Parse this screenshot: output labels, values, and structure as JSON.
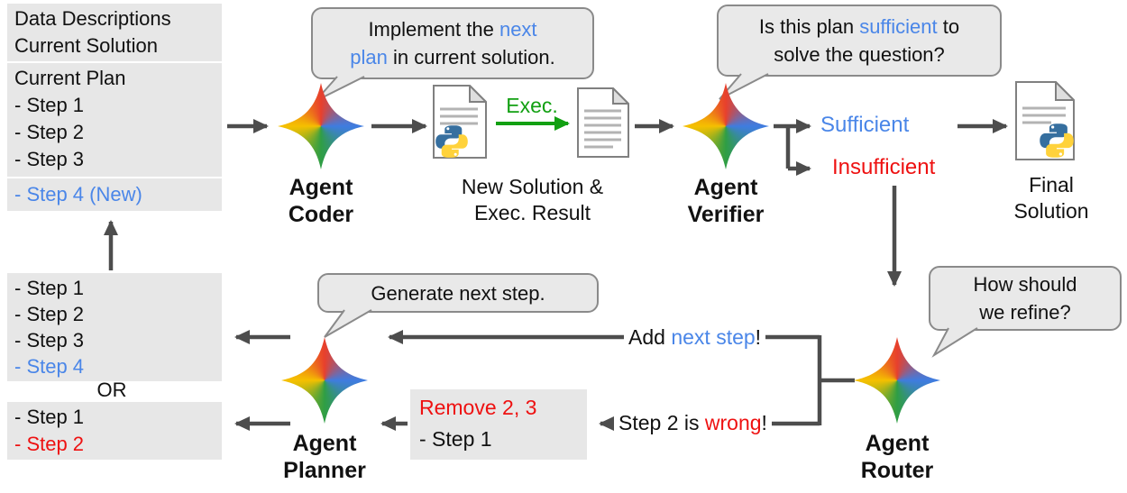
{
  "colors": {
    "blue": "#4a86e8",
    "red": "#ee1111",
    "green": "#12a012",
    "arrow": "#4d4d4d",
    "text": "#111111",
    "box_bg": "#e7e7e7",
    "bubble_bg": "#e9e9e9",
    "bubble_border": "#8a8a8a",
    "spark_red": "#e8402c",
    "spark_blue": "#3f7ce0",
    "spark_green": "#2f9e44",
    "spark_yellow": "#f5c000"
  },
  "boxes": {
    "data_desc": {
      "lines": [
        {
          "text": "Data Descriptions"
        },
        {
          "text": "Current Solution"
        }
      ]
    },
    "current_plan": {
      "lines": [
        {
          "text": "Current Plan"
        },
        {
          "text": "- Step 1"
        },
        {
          "text": "- Step 2"
        },
        {
          "text": "- Step 3"
        }
      ]
    },
    "new_step": {
      "lines": [
        {
          "text": "- Step 4 (New)",
          "c": "blue"
        }
      ]
    },
    "plan_add": {
      "lines": [
        {
          "text": "- Step 1"
        },
        {
          "text": "- Step 2"
        },
        {
          "text": "- Step 3"
        },
        {
          "text": "- Step 4",
          "c": "blue"
        }
      ]
    },
    "or_label": "OR",
    "plan_remove": {
      "lines": [
        {
          "text": "- Step 1"
        },
        {
          "text": "- Step 2",
          "c": "red"
        }
      ]
    },
    "remove_note": {
      "lines": [
        {
          "text": "Remove 2, 3",
          "c": "red"
        },
        {
          "text": "- Step 1"
        }
      ]
    }
  },
  "agents": {
    "coder": {
      "label": "Agent\nCoder"
    },
    "verifier": {
      "label": "Agent\nVerifier"
    },
    "router": {
      "label": "Agent\nRouter"
    },
    "planner": {
      "label": "Agent\nPlanner"
    }
  },
  "bubbles": {
    "coder": {
      "segments": [
        {
          "t": "Implement the "
        },
        {
          "t": "next",
          "c": "blue"
        },
        {
          "br": true
        },
        {
          "t": "plan",
          "c": "blue"
        },
        {
          "t": " in current solution."
        }
      ]
    },
    "verifier": {
      "segments": [
        {
          "t": "Is this plan "
        },
        {
          "t": "sufficient",
          "c": "blue"
        },
        {
          "t": " to"
        },
        {
          "br": true
        },
        {
          "t": "solve the question?"
        }
      ]
    },
    "router": {
      "segments": [
        {
          "t": "How should"
        },
        {
          "br": true
        },
        {
          "t": "we refine?"
        }
      ]
    },
    "planner": {
      "segments": [
        {
          "t": "Generate next step."
        }
      ]
    }
  },
  "flow": {
    "exec": {
      "segments": [
        {
          "t": "Exec.",
          "c": "green"
        }
      ]
    },
    "new_solution": "New Solution &\nExec. Result",
    "final_solution": "Final\nSolution",
    "sufficient": {
      "segments": [
        {
          "t": "Sufficient",
          "c": "blue"
        }
      ]
    },
    "insufficient": {
      "segments": [
        {
          "t": "Insufficient",
          "c": "red"
        }
      ]
    },
    "add_next": {
      "segments": [
        {
          "t": "Add "
        },
        {
          "t": "next step",
          "c": "blue"
        },
        {
          "t": "!"
        }
      ]
    },
    "step_wrong": {
      "segments": [
        {
          "t": "Step 2 is "
        },
        {
          "t": "wrong",
          "c": "red"
        },
        {
          "t": "!"
        }
      ]
    }
  },
  "icons": {
    "agent": "gemini-sparkle-icon",
    "python_document": "python-file-icon",
    "document": "document-icon"
  }
}
